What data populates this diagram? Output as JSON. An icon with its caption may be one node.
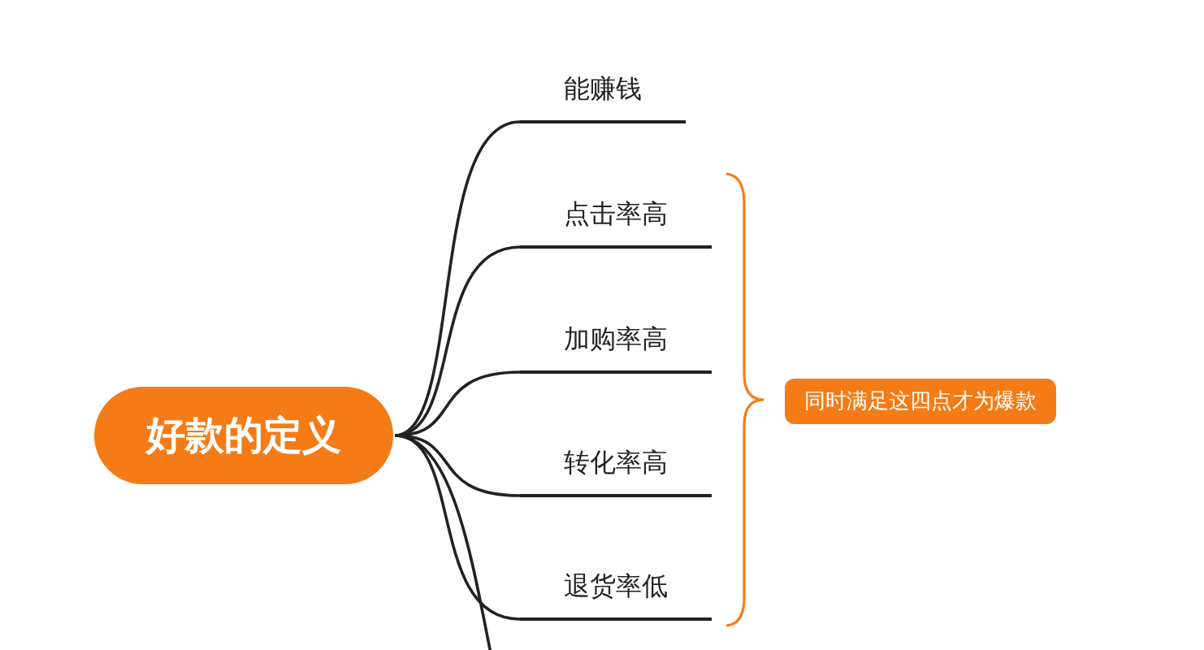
{
  "diagram": {
    "nodes": [
      {
        "text": [
          "好款的定义"
        ]
      },
      {
        "text": [
          "能赚钱"
        ]
      },
      {
        "text": [
          "点击率高"
        ]
      },
      {
        "text": [
          "加购率高"
        ]
      },
      {
        "text": [
          "转化率高"
        ]
      },
      {
        "text": [
          "退货率低"
        ]
      },
      {
        "text": [
          "同时满足这四点才为爆款"
        ]
      }
    ],
    "edges": [
      {
        "from": 0,
        "to": 1,
        "arrow": "none"
      },
      {
        "from": 0,
        "to": 2,
        "arrow": "none"
      },
      {
        "from": 0,
        "to": 3,
        "arrow": "none"
      },
      {
        "from": 0,
        "to": 4,
        "arrow": "none"
      },
      {
        "from": 0,
        "to": 5,
        "arrow": "none"
      },
      {
        "from": 0,
        "to": null,
        "arrow": "none"
      }
    ]
  }
}
